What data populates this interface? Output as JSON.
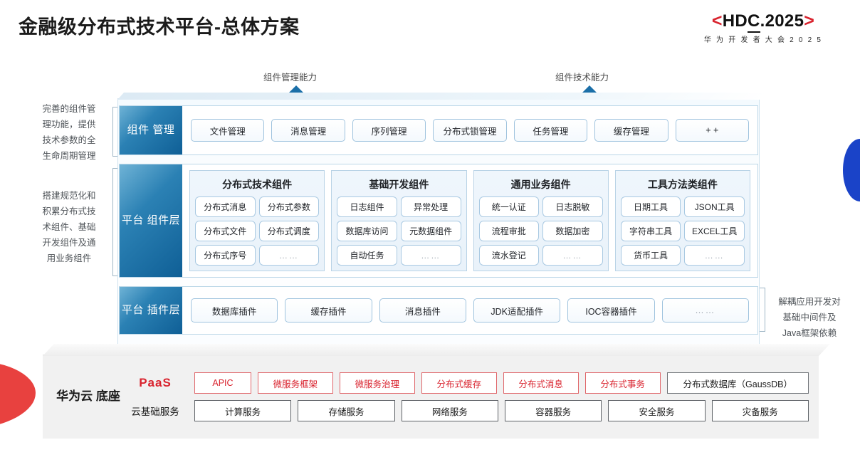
{
  "header": {
    "title": "金融级分布式技术平台-总体方案",
    "logo_open": "<",
    "logo_text": "HDC",
    "logo_underlined": "C",
    "logo_year": ".2025",
    "logo_close": ">",
    "logo_subtitle": "华 为 开 发 者 大 会 2 0 2 5"
  },
  "capabilities": [
    {
      "label": "组件管理能力"
    },
    {
      "label": "组件技术能力"
    }
  ],
  "notes": {
    "left_top": "完善的组件管\n理功能，提供\n技术参数的全\n生命周期管理",
    "left_mid": "搭建规范化和\n积累分布式技\n术组件、基础\n开发组件及通\n用业务组件",
    "right": "解耦应用开发对\n基础中间件及\nJava框架依赖"
  },
  "bands": {
    "component_management": {
      "label": "组件\n管理",
      "items": [
        "文件管理",
        "消息管理",
        "序列管理",
        "分布式锁管理",
        "任务管理",
        "缓存管理",
        "+ +"
      ]
    },
    "platform_component": {
      "label": "平台\n组件层",
      "groups": [
        {
          "title": "分布式技术组件",
          "items": [
            "分布式消息",
            "分布式参数",
            "分布式文件",
            "分布式调度",
            "分布式序号",
            "……"
          ]
        },
        {
          "title": "基础开发组件",
          "items": [
            "日志组件",
            "异常处理",
            "数据库访问",
            "元数据组件",
            "自动任务",
            "……"
          ]
        },
        {
          "title": "通用业务组件",
          "items": [
            "统一认证",
            "日志脱敏",
            "流程审批",
            "数据加密",
            "流水登记",
            "……"
          ]
        },
        {
          "title": "工具方法类组件",
          "items": [
            "日期工具",
            "JSON工具",
            "字符串工具",
            "EXCEL工具",
            "货币工具",
            "……"
          ]
        }
      ]
    },
    "plugin_layer": {
      "label": "平台\n插件层",
      "items": [
        "数据库插件",
        "缓存插件",
        "消息插件",
        "JDK适配插件",
        "IOC容器插件",
        "……"
      ]
    }
  },
  "base": {
    "title": "华为云\n底座",
    "paas_tag": "PaaS",
    "infra_tag": "云基础服务",
    "paas_items": [
      {
        "label": "APIC",
        "style": "red"
      },
      {
        "label": "微服务框架",
        "style": "red"
      },
      {
        "label": "微服务治理",
        "style": "red"
      },
      {
        "label": "分布式缓存",
        "style": "red"
      },
      {
        "label": "分布式消息",
        "style": "red"
      },
      {
        "label": "分布式事务",
        "style": "red"
      },
      {
        "label": "分布式数据库（GaussDB）",
        "style": "gray"
      }
    ],
    "infra_items": [
      "计算服务",
      "存储服务",
      "网络服务",
      "容器服务",
      "安全服务",
      "灾备服务"
    ]
  },
  "colors": {
    "brand_red": "#d9232e",
    "brand_blue": "#0f5f96",
    "accent_blue": "#1a43c8",
    "wedge_red": "#e8413f"
  }
}
